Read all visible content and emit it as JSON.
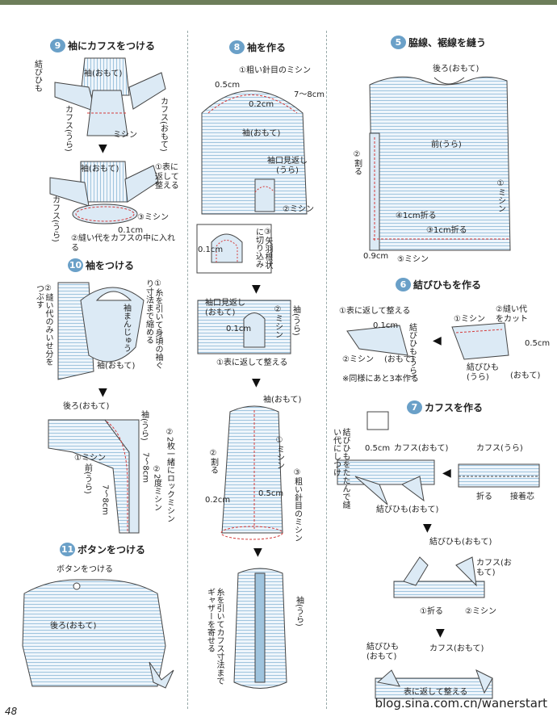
{
  "sections": {
    "s9": {
      "num": "9",
      "title": "袖にカフスをつける",
      "labels": {
        "musubi": "結びひも",
        "sode1": "袖(おもて)",
        "cuff_omote": "カフス(おもて)",
        "cuff_ura": "カフス(うら)",
        "mishin": "ミシン",
        "sode2": "袖(おもて)",
        "kaesu": "①表に返して整える",
        "cuff_ura2": "カフス(うら)",
        "mishin3": "③ミシン",
        "cm01": "0.1cm",
        "nuishiro": "②縫い代をカフスの中に入れる"
      }
    },
    "s10": {
      "num": "10",
      "title": "袖をつける",
      "labels": {
        "tsubusu": "②縫い代のみいせ分をつぶす",
        "ito": "①糸を引いて身頃の袖ぐり寸法まで縮める",
        "sodemanju": "袖まんじゅう",
        "sode": "袖(おもて)",
        "ushiro": "後ろ(おもて)",
        "sode_ura": "袖(うら)",
        "mishin1": "①ミシン",
        "mae_ura": "前(うら)",
        "r78a": "7〜8cm",
        "r78b": "7〜8cm",
        "nido": "②2度ミシン",
        "lock": "②2枚一緒にロックミシン"
      }
    },
    "s11": {
      "num": "11",
      "title": "ボタンをつける",
      "labels": {
        "button": "ボタンをつける",
        "ushiro": "後ろ(おもて)"
      }
    },
    "s8": {
      "num": "8",
      "title": "袖を作る",
      "labels": {
        "arai": "①粗い針目のミシン",
        "cm05": "0.5cm",
        "cm02": "0.2cm",
        "cm78": "7〜8cm",
        "sode": "袖(おもて)",
        "kaeshi": "袖口見返し(うら)",
        "mishin2": "②ミシン",
        "cm01": "0.1cm",
        "yahane": "③矢羽根状に切り込み",
        "kaeshi2": "袖口見返し(おもて)",
        "cm01b": "0.1cm",
        "mishin2b": "②ミシン",
        "sode_ura": "袖(うら)",
        "kaesu": "①表に返して整える",
        "sode_omote": "袖(おもて)",
        "waru": "②割る",
        "mishin1": "①ミシン",
        "cm02b": "0.2cm",
        "cm05b": "0.5cm",
        "arai3": "③粗い針目のミシン",
        "gyazaa": "糸を引いてカフス寸法までギャザーを寄せる",
        "sode_ura2": "袖(うら)"
      }
    },
    "s5": {
      "num": "5",
      "title": "脇線、裾線を縫う",
      "labels": {
        "ushiro": "後ろ(おもて)",
        "mae": "前(うら)",
        "waru": "②割る",
        "mishin": "①ミシン",
        "ori1": "④1cm折る",
        "ori3": "③1cm折る",
        "cm09": "0.9cm",
        "mishin5": "⑤ミシン"
      }
    },
    "s6": {
      "num": "6",
      "title": "結びひもを作る",
      "labels": {
        "kaesu": "①表に返して整える",
        "cm01": "0.1cm",
        "musubi_ura": "結びひも(うら)",
        "mishin2": "②ミシン",
        "omote": "(おもて)",
        "mishin1": "①ミシン",
        "cut": "②縫い代をカット",
        "cm05": "0.5cm",
        "musubi_ura2": "結びひも(うら)",
        "omote2": "(おもて)",
        "note": "※同様にあと3本作る"
      }
    },
    "s7": {
      "num": "7",
      "title": "カフスを作る",
      "labels": {
        "tatande": "結びひもをたたんで縫い代にしつけ",
        "cm05": "0.5cm",
        "cuff_omote": "カフス(おもて)",
        "musubi": "結びひも(おもて)",
        "cuff_ura": "カフス(うら)",
        "ori": "折る",
        "secchaku": "接着芯",
        "musubi2": "結びひも(おもて)",
        "cuff2": "カフス(おもて)",
        "ori1": "①折る",
        "mishin2": "②ミシン",
        "musubi3": "結びひも(おもて)",
        "cuff3": "カフス(おもて)",
        "kaesu": "表に返して整える"
      }
    }
  },
  "footer": {
    "watermark": "blog.sina.com.cn/wanerstart",
    "page": "48"
  },
  "colors": {
    "stripe": "#9fc4de",
    "fabric": "#dceaf5",
    "line": "#444",
    "stitch": "#d43a3a",
    "accent": "#6aa0c8"
  }
}
